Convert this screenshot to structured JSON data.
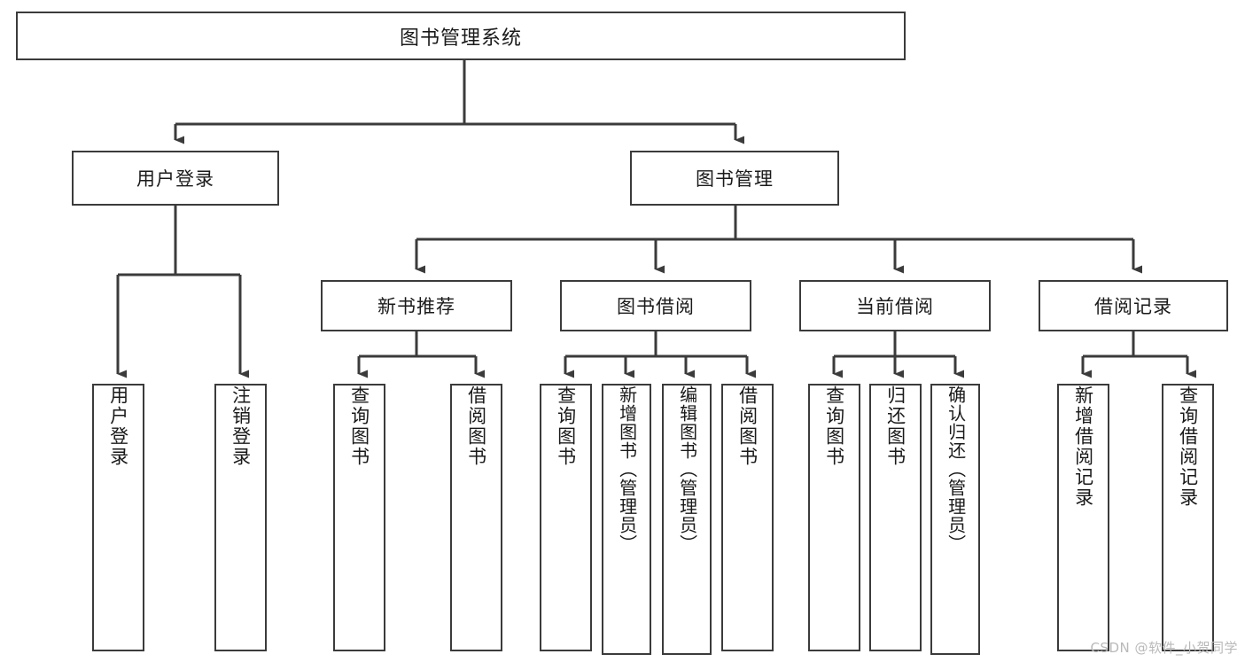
{
  "diagram": {
    "title": "图书管理系统",
    "type": "tree-hierarchy-chart",
    "root": {
      "id": "root",
      "label": "图书管理系统"
    },
    "level2": [
      {
        "id": "user-login",
        "label": "用户登录"
      },
      {
        "id": "book-manage",
        "label": "图书管理"
      }
    ],
    "level3": [
      {
        "id": "new-book-recommend",
        "label": "新书推荐",
        "parent": "book-manage"
      },
      {
        "id": "book-borrow",
        "label": "图书借阅",
        "parent": "book-manage"
      },
      {
        "id": "current-borrow",
        "label": "当前借阅",
        "parent": "book-manage"
      },
      {
        "id": "borrow-record",
        "label": "借阅记录",
        "parent": "book-manage"
      }
    ],
    "leaves": [
      {
        "id": "leaf-user-login",
        "label": "用户登录",
        "parent": "user-login"
      },
      {
        "id": "leaf-logout-login",
        "label": "注销登录",
        "parent": "user-login"
      },
      {
        "id": "leaf-query-book-1",
        "label": "查询图书",
        "parent": "new-book-recommend"
      },
      {
        "id": "leaf-borrow-book-1",
        "label": "借阅图书",
        "parent": "new-book-recommend"
      },
      {
        "id": "leaf-query-book-2",
        "label": "查询图书",
        "parent": "book-borrow"
      },
      {
        "id": "leaf-add-book",
        "label": "新增图书（管理员）",
        "parent": "book-borrow"
      },
      {
        "id": "leaf-edit-book",
        "label": "编辑图书（管理员）",
        "parent": "book-borrow"
      },
      {
        "id": "leaf-borrow-book-2",
        "label": "借阅图书",
        "parent": "book-borrow"
      },
      {
        "id": "leaf-query-book-3",
        "label": "查询图书",
        "parent": "current-borrow"
      },
      {
        "id": "leaf-return-book",
        "label": "归还图书",
        "parent": "current-borrow"
      },
      {
        "id": "leaf-confirm-return",
        "label": "确认归还（管理员）",
        "parent": "current-borrow"
      },
      {
        "id": "leaf-add-record",
        "label": "新增借阅记录",
        "parent": "borrow-record"
      },
      {
        "id": "leaf-query-record",
        "label": "查询借阅记录",
        "parent": "borrow-record"
      }
    ],
    "colors": {
      "stroke": "#3b3b3b",
      "fill": "#ffffff",
      "text": "#1a1a1a",
      "watermark": "#b9b9b9"
    }
  },
  "watermark": {
    "text": "CSDN @软件_小贺同学"
  }
}
